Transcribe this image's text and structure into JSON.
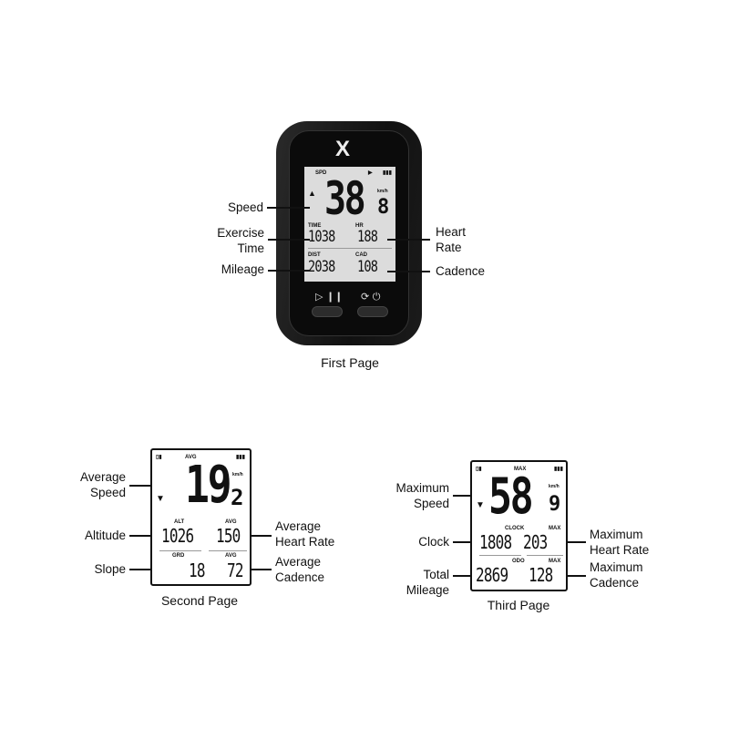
{
  "first_page": {
    "caption": "First Page",
    "logo": "X",
    "screen": {
      "spd_label": "SPD",
      "speed_main": "38",
      "speed_decimal": "8",
      "unit": "km/h",
      "time_label": "TIME",
      "time_value": "1038",
      "hr_label": "HR",
      "hr_value": "188",
      "dist_label": "DIST",
      "dist_value": "2038",
      "cad_label": "CAD",
      "cad_value": "108"
    },
    "buttons": [
      {
        "icon": "play-pause-icon"
      },
      {
        "icon": "refresh-power-icon"
      }
    ],
    "labels": {
      "speed": "Speed",
      "exercise_time_1": "Exercise",
      "exercise_time_2": "Time",
      "mileage": "Mileage",
      "heart_rate_1": "Heart",
      "heart_rate_2": "Rate",
      "cadence": "Cadence"
    }
  },
  "second_page": {
    "caption": "Second Page",
    "screen": {
      "avg_label": "AVG",
      "speed_main": "19",
      "speed_decimal": "2",
      "unit": "km/h",
      "alt_label": "ALT",
      "alt_value": "1026",
      "avg_hr_label": "AVG",
      "avg_hr_value": "150",
      "grd_label": "GRD",
      "grd_value": "18",
      "avg_cad_label": "AVG",
      "avg_cad_value": "72"
    },
    "labels": {
      "avg_speed_1": "Average",
      "avg_speed_2": "Speed",
      "altitude": "Altitude",
      "slope": "Slope",
      "avg_hr_1": "Average",
      "avg_hr_2": "Heart Rate",
      "avg_cad_1": "Average",
      "avg_cad_2": "Cadence"
    }
  },
  "third_page": {
    "caption": "Third Page",
    "screen": {
      "max_label": "MAX",
      "speed_main": "58",
      "speed_decimal": "9",
      "unit": "km/h",
      "clock_label": "CLOCK",
      "clock_value": "1808",
      "max_hr_label": "MAX",
      "max_hr_value": "203",
      "odo_label": "ODO",
      "odo_value": "2869",
      "max_cad_label": "MAX",
      "max_cad_value": "128"
    },
    "labels": {
      "max_speed_1": "Maximum",
      "max_speed_2": "Speed",
      "clock": "Clock",
      "total_mileage_1": "Total",
      "total_mileage_2": "Mileage",
      "max_hr_1": "Maximum",
      "max_hr_2": "Heart Rate",
      "max_cad_1": "Maximum",
      "max_cad_2": "Cadence"
    }
  }
}
